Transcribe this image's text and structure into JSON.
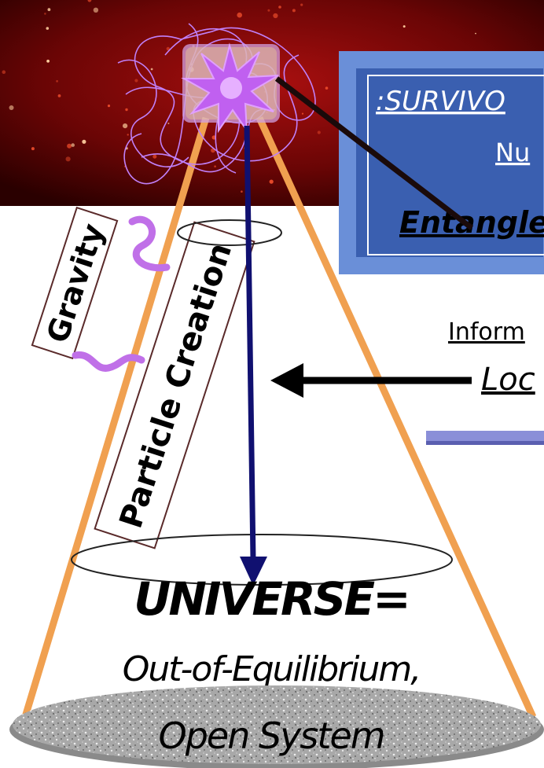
{
  "labels": {
    "gravity": "Gravity",
    "particle_creation": "Particle Creation",
    "universe": "UNIVERSE=",
    "out_of_equilibrium": "Out-of-Equilibrium,",
    "open_system": "Open System"
  },
  "callout": {
    "title": ":SURVIVO",
    "line2": "Nu",
    "line3": "Entangle"
  },
  "info_text": {
    "line1": "Inform",
    "line2": "Loc"
  },
  "colors": {
    "space_dark": "#3a0000",
    "space_red": "#a80f0f",
    "cone_orange": "#f0a050",
    "arrow_navy": "#101070",
    "burst_purple": "#c060f0",
    "wave_purple": "#c070e8",
    "frame_blue": "#6a8fd8",
    "frame_shadow": "#3a5fb0",
    "disk_grey": "#9a9a9a",
    "bar_lavender": "#8a8fd8"
  },
  "icons": [
    "burst-icon",
    "tangle-icon",
    "wave-icon",
    "arrow-icon"
  ]
}
